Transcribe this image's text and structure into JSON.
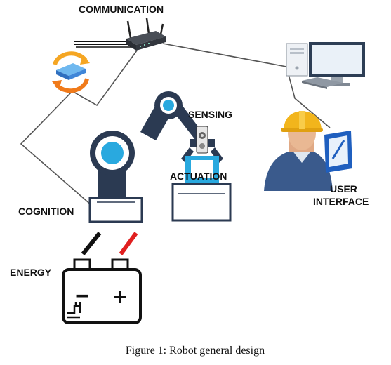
{
  "labels": {
    "communication": "COMMUNICATION",
    "sensing": "SENSING",
    "actuation": "ACTUATION",
    "cognition": "COGNITION",
    "energy": "ENERGY",
    "user_interface_line1": "USER",
    "user_interface_line2": "INTERFACE"
  },
  "battery": {
    "minus": "−",
    "plus": "+"
  },
  "caption": "Figure 1: Robot general design",
  "colors": {
    "robot_navy": "#2b3a52",
    "robot_cyan": "#29a9df",
    "positive_wire": "#e02020",
    "negative_wire": "#111111",
    "monitor_blue": "#1f5fbf",
    "helmet_yellow": "#f2b51c",
    "shirt_blue": "#3a5a8c"
  }
}
